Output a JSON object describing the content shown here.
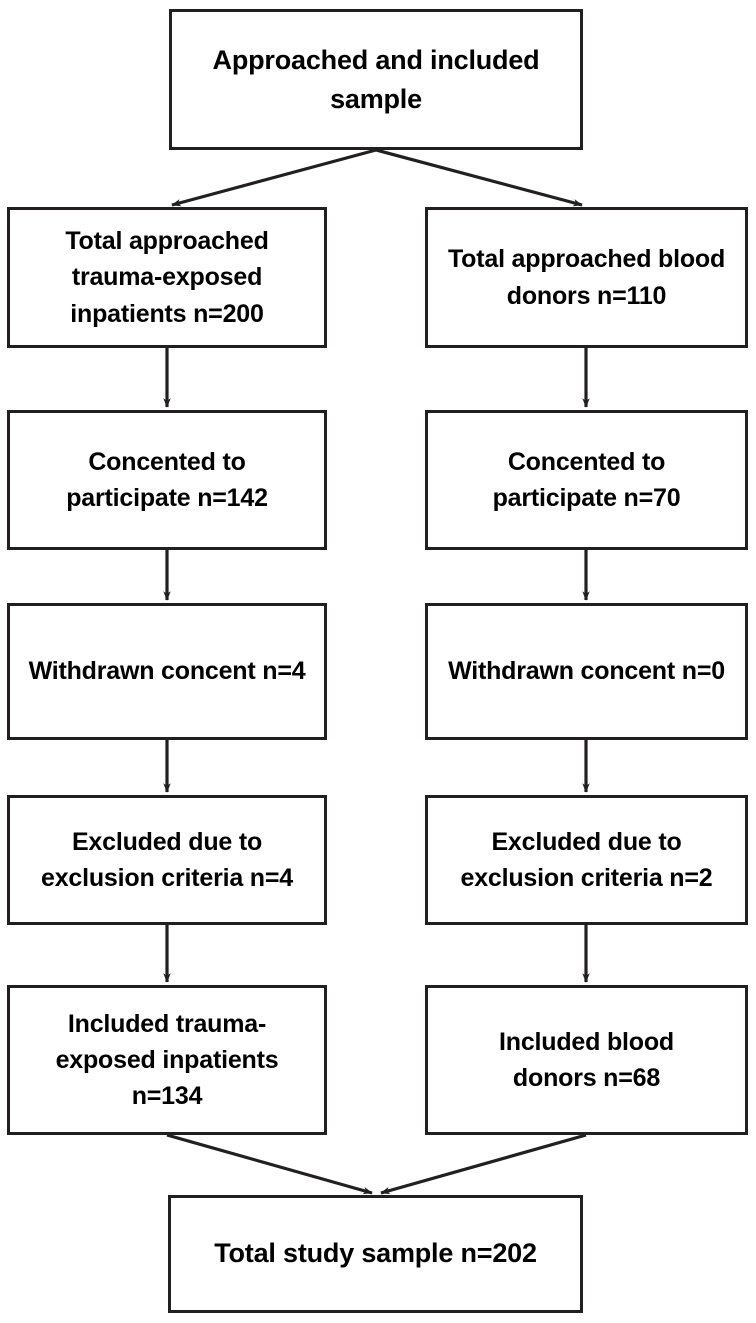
{
  "diagram": {
    "type": "flowchart",
    "title_text": "",
    "colors": {
      "box_border": "#231f20",
      "box_fill": "#ffffff",
      "text": "#000000",
      "arrow": "#231f20",
      "background": "#ffffff"
    },
    "nodes": {
      "root": {
        "label": "Approached and included sample",
        "n": null
      },
      "left_1": {
        "label": "Total approached trauma-exposed inpatients n=200",
        "n": 200
      },
      "right_1": {
        "label": "Total approached blood donors n=110",
        "n": 110
      },
      "left_2": {
        "label": "Concented to participate n=142",
        "n": 142
      },
      "right_2": {
        "label": "Concented to participate n=70",
        "n": 70
      },
      "left_3": {
        "label": "Withdrawn concent n=4",
        "n": 4
      },
      "right_3": {
        "label": "Withdrawn concent n=0",
        "n": 0
      },
      "left_4": {
        "label": "Excluded due to exclusion criteria n=4",
        "n": 4
      },
      "right_4": {
        "label": "Excluded due to exclusion criteria n=2",
        "n": 2
      },
      "left_5": {
        "label": "Included trauma-exposed inpatients n=134",
        "n": 134
      },
      "right_5": {
        "label": "Included blood donors n=68",
        "n": 68
      },
      "total": {
        "label": "Total study sample n=202",
        "n": 202
      }
    },
    "edges": [
      {
        "from": "root",
        "to": "left_1",
        "style": "diagonal-arrow"
      },
      {
        "from": "root",
        "to": "right_1",
        "style": "diagonal-arrow"
      },
      {
        "from": "left_1",
        "to": "left_2",
        "style": "vertical-arrow"
      },
      {
        "from": "right_1",
        "to": "right_2",
        "style": "vertical-arrow"
      },
      {
        "from": "left_2",
        "to": "left_3",
        "style": "vertical-arrow"
      },
      {
        "from": "right_2",
        "to": "right_3",
        "style": "vertical-arrow"
      },
      {
        "from": "left_3",
        "to": "left_4",
        "style": "vertical-arrow"
      },
      {
        "from": "right_3",
        "to": "right_4",
        "style": "vertical-arrow"
      },
      {
        "from": "left_4",
        "to": "left_5",
        "style": "vertical-arrow"
      },
      {
        "from": "right_4",
        "to": "right_5",
        "style": "vertical-arrow"
      },
      {
        "from": "left_5",
        "to": "total",
        "style": "diagonal-arrow"
      },
      {
        "from": "right_5",
        "to": "total",
        "style": "diagonal-arrow"
      }
    ]
  }
}
